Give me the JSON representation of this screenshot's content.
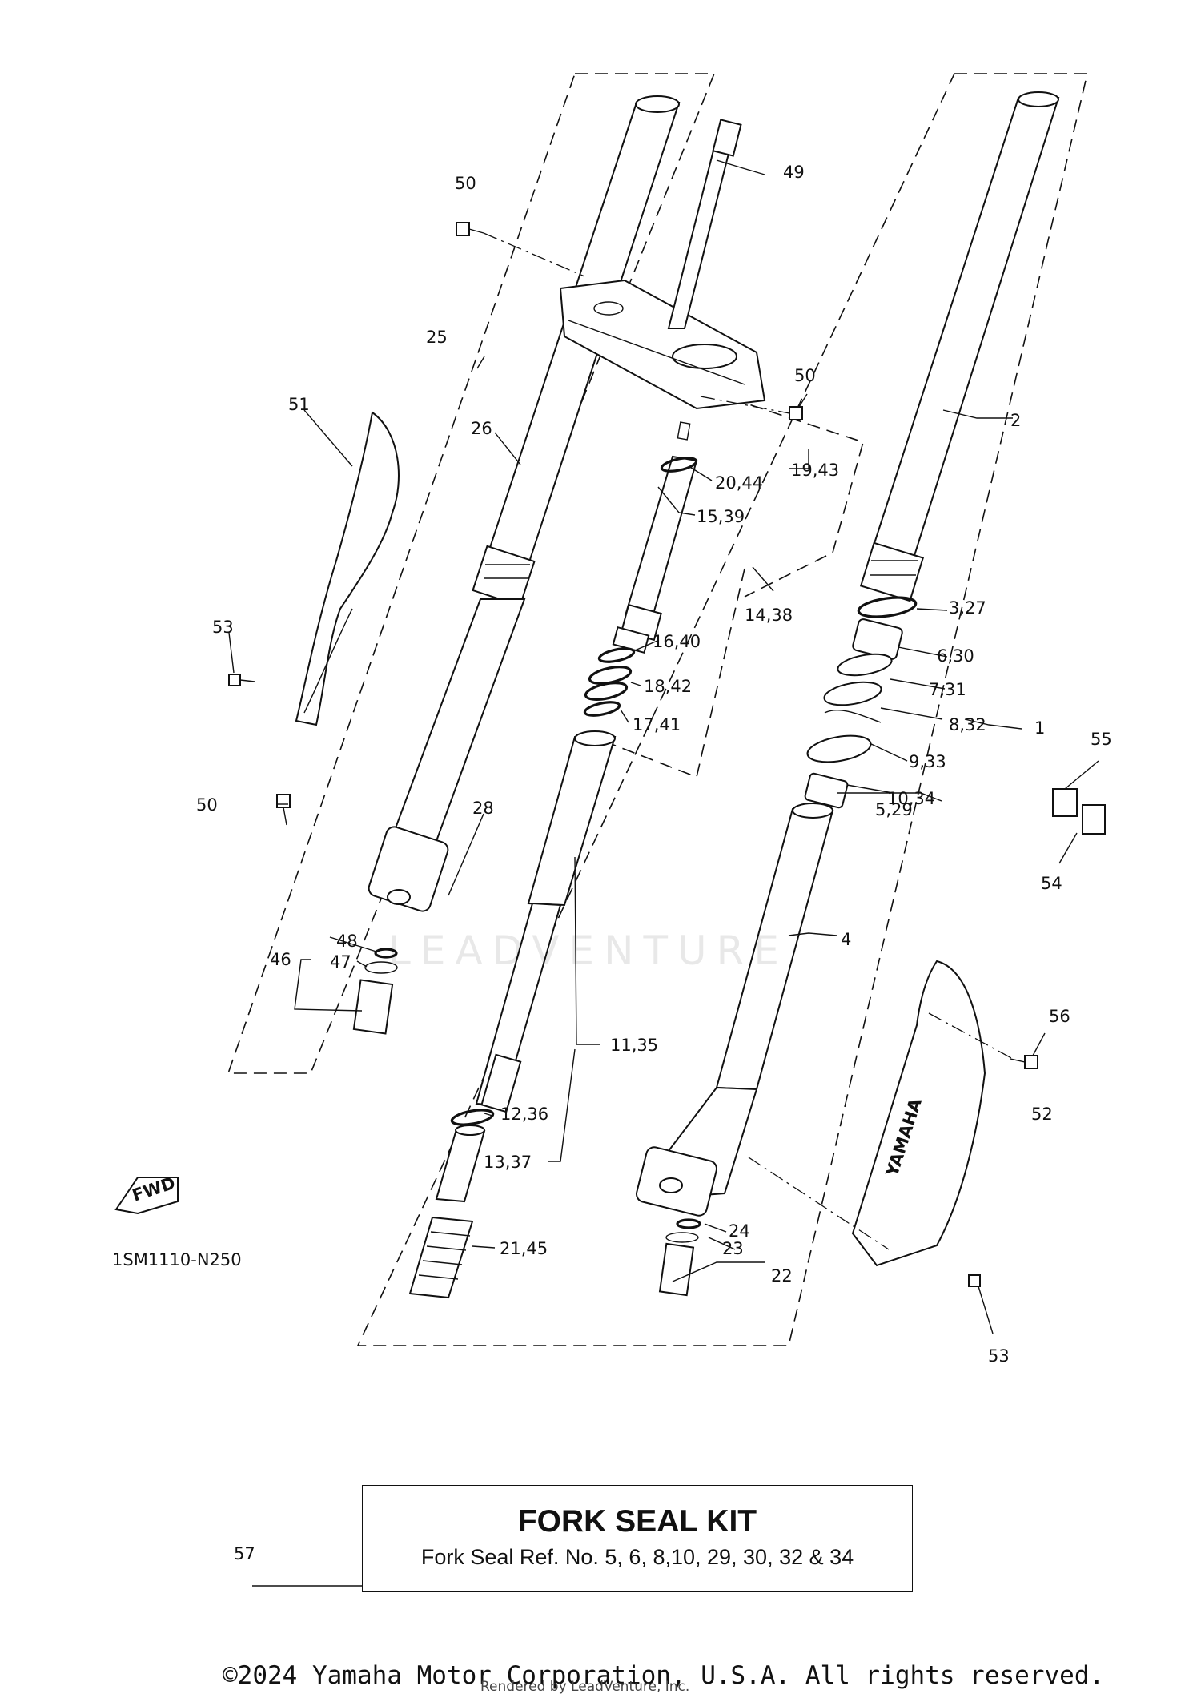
{
  "diagram": {
    "figure_code": "1SM1110-N250",
    "fwd_label": "FWD",
    "watermark": "LEADVENTURE",
    "callouts": {
      "c1": "1",
      "c2": "2",
      "c3_27": "3,27",
      "c4": "4",
      "c5_29": "5,29",
      "c6_30": "6,30",
      "c7_31": "7,31",
      "c8_32": "8,32",
      "c9_33": "9,33",
      "c10_34": "10,34",
      "c11_35": "11,35",
      "c12_36": "12,36",
      "c13_37": "13,37",
      "c14_38": "14,38",
      "c15_39": "15,39",
      "c16_40": "16,40",
      "c17_41": "17,41",
      "c18_42": "18,42",
      "c19_43": "19,43",
      "c20_44": "20,44",
      "c21_45": "21,45",
      "c22": "22",
      "c23": "23",
      "c24": "24",
      "c25": "25",
      "c26": "26",
      "c28": "28",
      "c46": "46",
      "c47": "47",
      "c48": "48",
      "c49": "49",
      "c50_top": "50",
      "c50_mid": "50",
      "c50_left": "50",
      "c51": "51",
      "c52": "52",
      "c53_left": "53",
      "c53_right": "53",
      "c54": "54",
      "c55": "55",
      "c56": "56"
    },
    "guard_brand": "YAMAHA"
  },
  "kit": {
    "ref_no": "57",
    "title": "FORK SEAL KIT",
    "description": "Fork Seal Ref. No. 5, 6, 8,10, 29, 30, 32 & 34"
  },
  "footer": {
    "copyright": "©2024 Yamaha Motor Corporation, U.S.A. All rights reserved.",
    "rendered_by": "Rendered by LeadVenture, Inc."
  }
}
